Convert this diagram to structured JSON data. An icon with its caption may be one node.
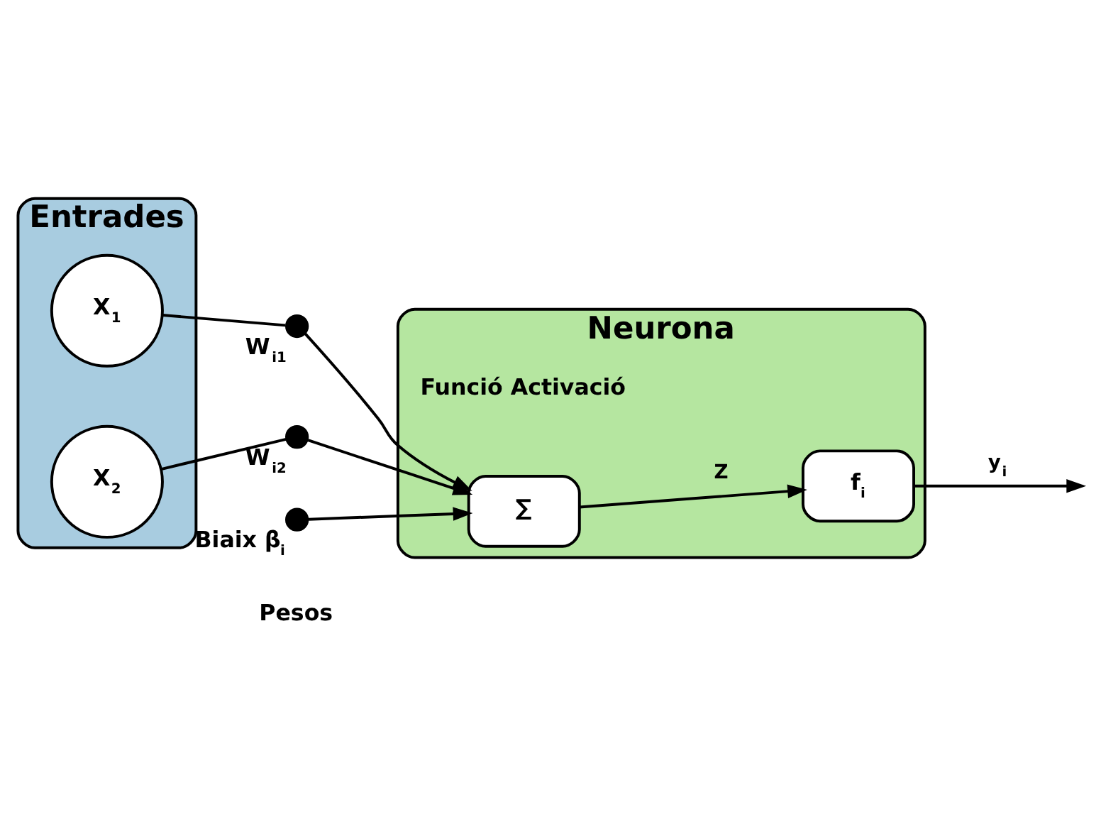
{
  "diagram": {
    "nodes": [
      {
        "text": [
          "Entrades"
        ]
      },
      {
        "text": [
          "X$_{1}$"
        ],
        "in": 0
      },
      {
        "text": [
          "X$_{2}$"
        ],
        "in": 0
      },
      {
        "text": [],
        "shape": "circle",
        "beside": [
          "W$_{i1}$"
        ]
      },
      {
        "text": [],
        "shape": "circle",
        "beside": [
          "W$_{i2}$"
        ]
      },
      {
        "text": [
          "Neurona"
        ]
      },
      {
        "text": [
          "∑"
        ],
        "in": 5
      },
      {
        "text": [
          "f$_{i}$"
        ],
        "in": 5
      },
      {
        "text": [],
        "shape": "circle",
        "beside": [
          "Biaix",
          "β$_{i}$"
        ]
      }
    ],
    "edges": [
      {
        "from": 1,
        "to": 3,
        "arrow": "none"
      },
      {
        "from": 3,
        "to": 6,
        "arrow": "to"
      },
      {
        "from": 2,
        "to": 4,
        "arrow": "none"
      },
      {
        "from": 4,
        "to": 6,
        "arrow": "to"
      },
      {
        "from": 8,
        "to": 6,
        "arrow": "to"
      },
      {
        "from": 6,
        "to": 7,
        "arrow": "to",
        "label": "Z"
      },
      {
        "from": 7,
        "to": null,
        "arrow": "to",
        "label": "y$_{i}$"
      }
    ],
    "labels": [
      "Pesos",
      "Funció Activació"
    ]
  }
}
